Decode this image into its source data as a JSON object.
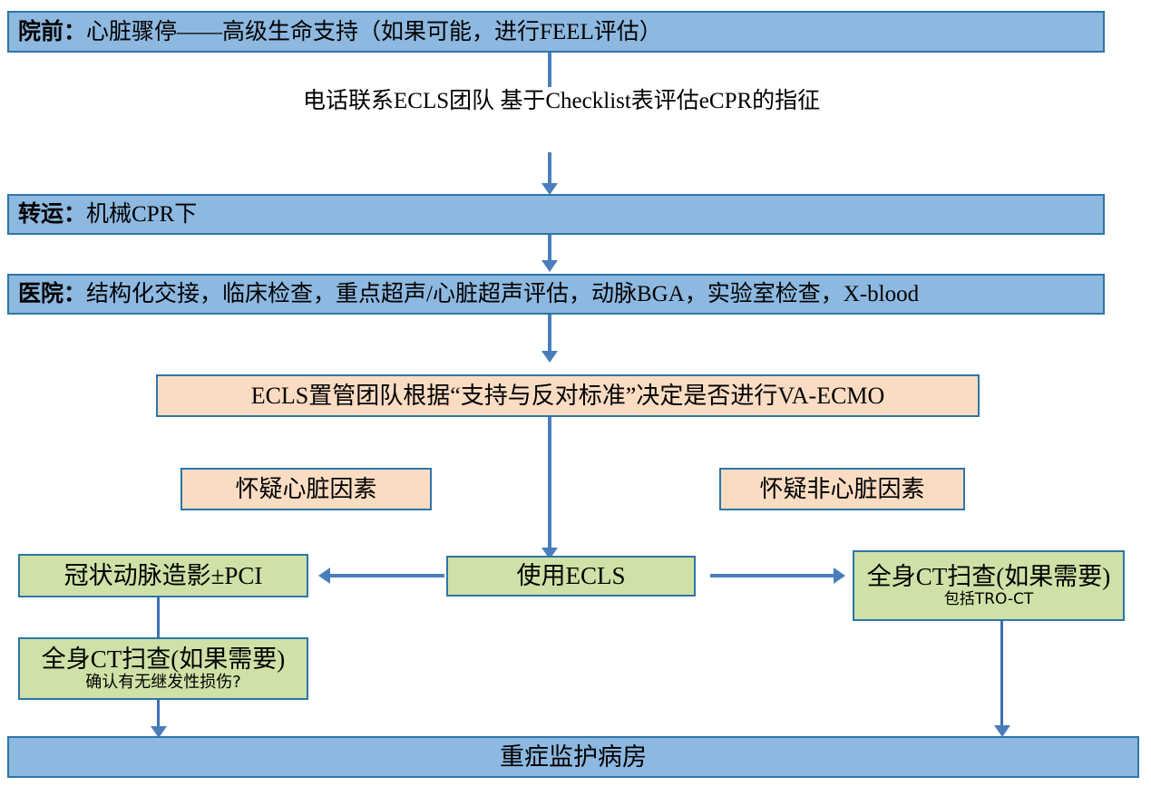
{
  "chart_data": {
    "type": "diagram",
    "title": "院前心脏骤停 eCPR / ECLS 处理流程图",
    "colors": {
      "blue_fill": "#8db8e0",
      "peach_fill": "#fadcc3",
      "green_fill": "#cfe1a6",
      "box_border": "#2e75a8",
      "arrow": "#4a7ebb",
      "text": "#000000",
      "background": "#ffffff"
    },
    "nodes": [
      {
        "id": "prehospital",
        "label": "院前：心脏骤停——高级生命支持（如果可能，进行FEEL评估）",
        "fill": "#8db8e0"
      },
      {
        "id": "phone-note",
        "label": "电话联系ECLS团队 / 基于Checklist表评估eCPR的指征",
        "fill": "none"
      },
      {
        "id": "transport",
        "label": "转运：机械CPR下",
        "fill": "#8db8e0"
      },
      {
        "id": "hospital",
        "label": "医院：结构化交接，临床检查，重点超声/心脏超声评估，动脉BGA，实验室检查，X-blood",
        "fill": "#8db8e0"
      },
      {
        "id": "decision",
        "label": "ECLS置管团队根据“支持与反对标准”决定是否进行VA-ECMO",
        "fill": "#fadcc3"
      },
      {
        "id": "cardiac-cause",
        "label": "怀疑心脏因素",
        "fill": "#fadcc3"
      },
      {
        "id": "noncardiac-cause",
        "label": "怀疑非心脏因素",
        "fill": "#fadcc3"
      },
      {
        "id": "use-ecls",
        "label": "使用ECLS",
        "fill": "#cfe1a6"
      },
      {
        "id": "coronary-angio",
        "label": "冠状动脉造影±PCI",
        "fill": "#cfe1a6"
      },
      {
        "id": "ct-left",
        "label": "全身CT扫查(如果需要) / 确认有无继发性损伤?",
        "fill": "#cfe1a6"
      },
      {
        "id": "ct-right",
        "label": "全身CT扫查(如果需要) / 包括TRO-CT",
        "fill": "#cfe1a6"
      },
      {
        "id": "icu",
        "label": "重症监护病房",
        "fill": "#8db8e0"
      }
    ],
    "edges": [
      {
        "from": "prehospital",
        "to": "transport",
        "direction": "down",
        "label": "电话联系ECLS团队 / 基于Checklist表评估eCPR的指征"
      },
      {
        "from": "transport",
        "to": "hospital",
        "direction": "down",
        "label": ""
      },
      {
        "from": "hospital",
        "to": "decision",
        "direction": "down",
        "label": ""
      },
      {
        "from": "decision",
        "to": "use-ecls",
        "direction": "down",
        "label": ""
      },
      {
        "from": "use-ecls",
        "to": "coronary-angio",
        "direction": "left",
        "label": ""
      },
      {
        "from": "use-ecls",
        "to": "ct-right",
        "direction": "right",
        "label": ""
      },
      {
        "from": "coronary-angio",
        "to": "icu",
        "direction": "down",
        "label": ""
      },
      {
        "from": "ct-right",
        "to": "icu",
        "direction": "down",
        "label": ""
      }
    ]
  },
  "prehospital": {
    "label": "院前：",
    "text": "心脏骤停——高级生命支持（如果可能，进行FEEL评估）"
  },
  "phone_note": {
    "line1": "电话联系ECLS团队",
    "line2": "基于Checklist表评估eCPR的指征"
  },
  "transport": {
    "label": "转运：",
    "text": "机械CPR下"
  },
  "hospital": {
    "label": "医院：",
    "text": "结构化交接，临床检查，重点超声/心脏超声评估，动脉BGA，实验室检查，X-blood"
  },
  "decision": {
    "text": "ECLS置管团队根据“支持与反对标准”决定是否进行VA-ECMO"
  },
  "cardiac_cause": {
    "text": "怀疑心脏因素"
  },
  "noncardiac_cause": {
    "text": "怀疑非心脏因素"
  },
  "use_ecls": {
    "text": "使用ECLS"
  },
  "coronary_angio": {
    "text": "冠状动脉造影±PCI"
  },
  "ct_left": {
    "main": "全身CT扫查(如果需要)",
    "sub": "确认有无继发性损伤?"
  },
  "ct_right": {
    "main": "全身CT扫查(如果需要)",
    "sub": "包括TRO-CT"
  },
  "icu": {
    "text": "重症监护病房"
  }
}
